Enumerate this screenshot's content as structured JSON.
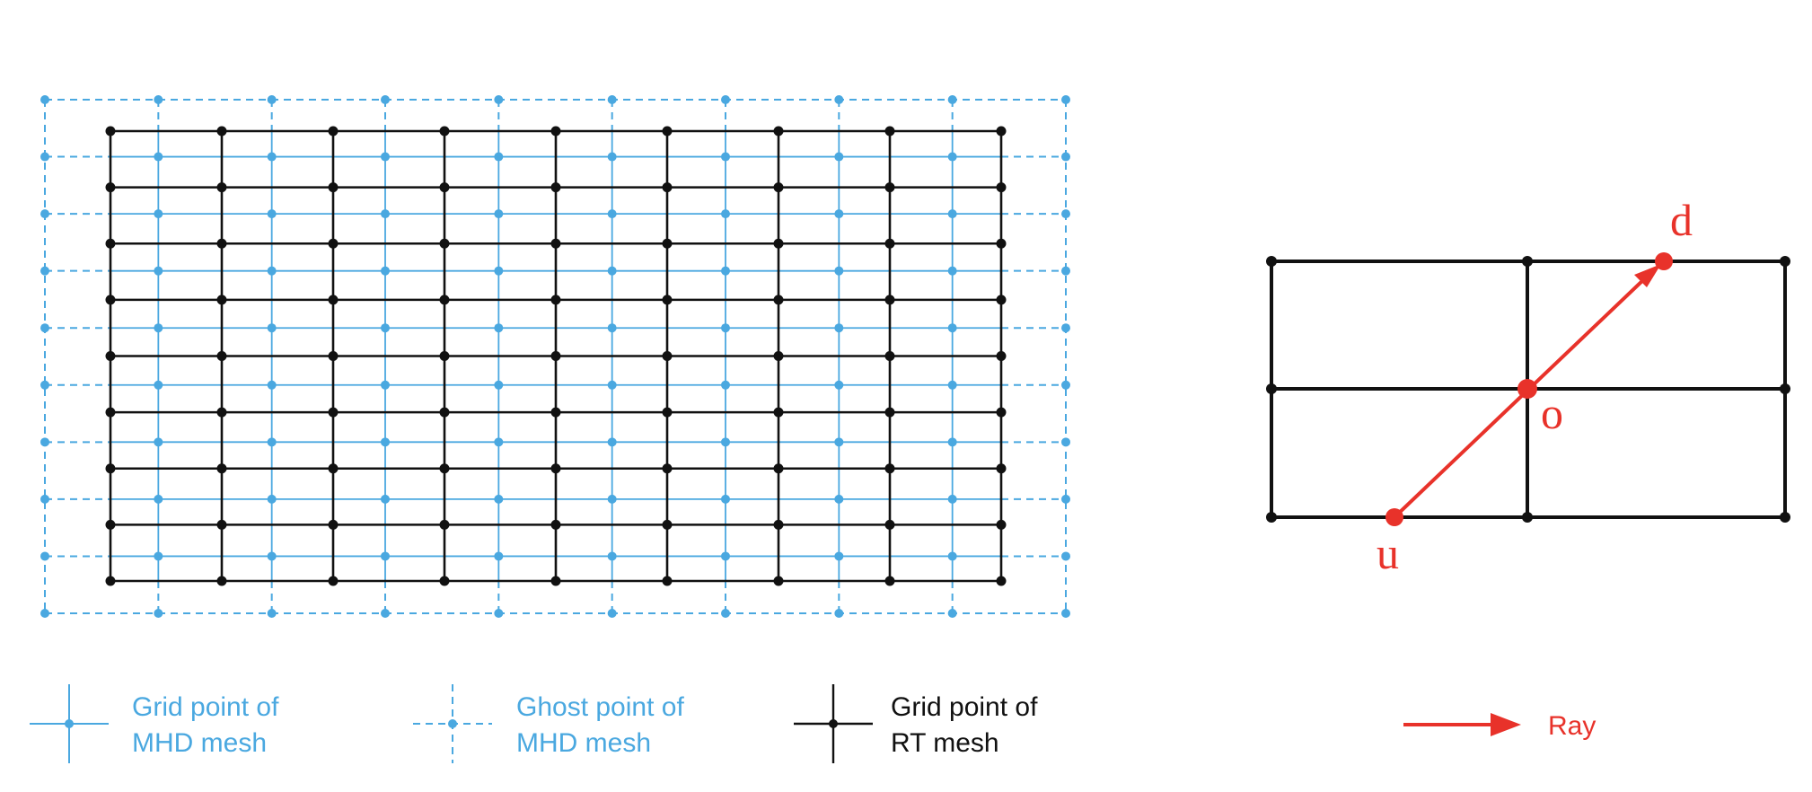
{
  "colors": {
    "mhd": "#4aa8e0",
    "rt": "#111111",
    "ray": "#e8322a"
  },
  "mesh": {
    "mhd_cols": 9,
    "mhd_rows": 9,
    "rt_cols": 8,
    "rt_rows": 8
  },
  "ray_cell": {
    "labels": {
      "start": "u",
      "origin": "o",
      "end": "d"
    }
  },
  "legend": {
    "mhd_grid": [
      "Grid point of",
      "MHD mesh"
    ],
    "mhd_ghost": [
      "Ghost point of",
      "MHD mesh"
    ],
    "rt_grid": [
      "Grid point of",
      "RT mesh"
    ],
    "ray": "Ray"
  }
}
